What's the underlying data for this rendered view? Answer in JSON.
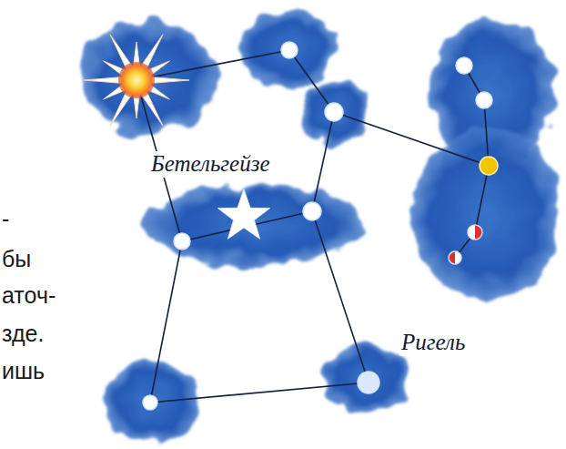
{
  "diagram": {
    "labels": [
      "Бетельгейзе",
      "Ригель",
      "-",
      "бы",
      "аточ-",
      "зде.",
      "ишь"
    ]
  }
}
